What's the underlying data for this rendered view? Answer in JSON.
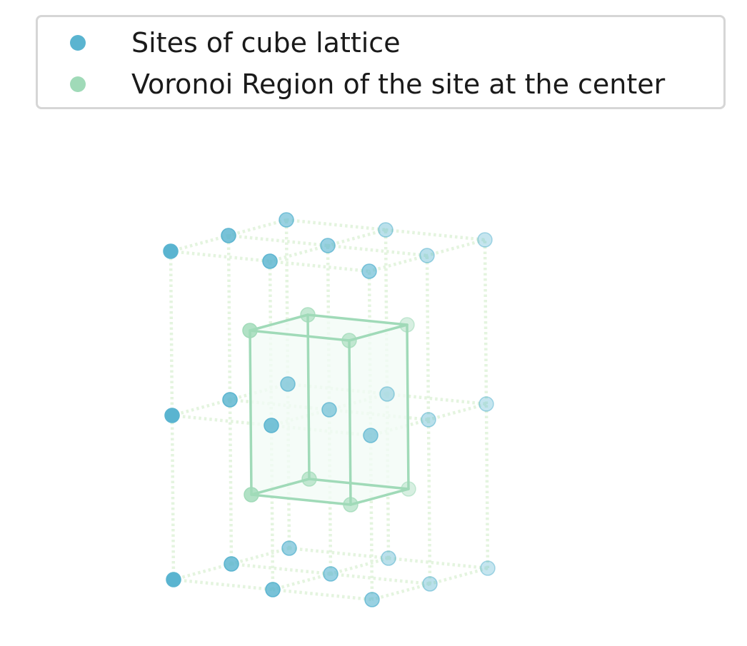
{
  "chart_data": {
    "type": "scatter",
    "projection": "3d",
    "title": "",
    "xlabel": "",
    "ylabel": "",
    "zlabel": "",
    "axes_visible": false,
    "grid": false,
    "legend_placement": "top",
    "xlim": [
      -1,
      1
    ],
    "ylim": [
      -1,
      1
    ],
    "zlim": [
      -1,
      1
    ],
    "series": [
      {
        "name": "Sites of cube lattice",
        "color": "#5ab4d0",
        "marker": "circle",
        "points": [
          [
            -1,
            -1,
            -1
          ],
          [
            -1,
            -1,
            0
          ],
          [
            -1,
            -1,
            1
          ],
          [
            -1,
            0,
            -1
          ],
          [
            -1,
            0,
            0
          ],
          [
            -1,
            0,
            1
          ],
          [
            -1,
            1,
            -1
          ],
          [
            -1,
            1,
            0
          ],
          [
            -1,
            1,
            1
          ],
          [
            0,
            -1,
            -1
          ],
          [
            0,
            -1,
            0
          ],
          [
            0,
            -1,
            1
          ],
          [
            0,
            0,
            -1
          ],
          [
            0,
            0,
            0
          ],
          [
            0,
            0,
            1
          ],
          [
            0,
            1,
            -1
          ],
          [
            0,
            1,
            0
          ],
          [
            0,
            1,
            1
          ],
          [
            1,
            -1,
            -1
          ],
          [
            1,
            -1,
            0
          ],
          [
            1,
            -1,
            1
          ],
          [
            1,
            0,
            -1
          ],
          [
            1,
            0,
            0
          ],
          [
            1,
            0,
            1
          ],
          [
            1,
            1,
            -1
          ],
          [
            1,
            1,
            0
          ],
          [
            1,
            1,
            1
          ]
        ]
      },
      {
        "name": "Voronoi Region of the site at the center",
        "color": "#a0dab8",
        "marker": "circle",
        "points": [
          [
            -0.5,
            -0.5,
            -0.5
          ],
          [
            -0.5,
            -0.5,
            0.5
          ],
          [
            -0.5,
            0.5,
            -0.5
          ],
          [
            -0.5,
            0.5,
            0.5
          ],
          [
            0.5,
            -0.5,
            -0.5
          ],
          [
            0.5,
            -0.5,
            0.5
          ],
          [
            0.5,
            0.5,
            -0.5
          ],
          [
            0.5,
            0.5,
            0.5
          ]
        ]
      }
    ],
    "lattice_edge_color": "#e4f4df",
    "region_edge_color": "#a0dab8",
    "region_face_color": "#f2fbf5"
  }
}
